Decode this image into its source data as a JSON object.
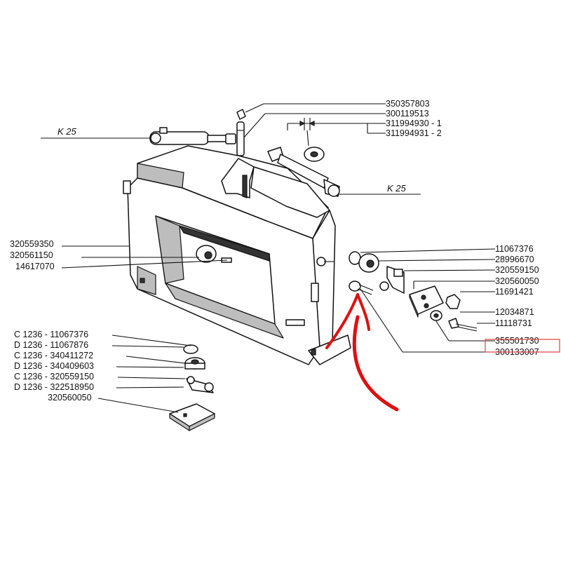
{
  "colors": {
    "ink": "#111111",
    "arrow": "#dd1111",
    "highlight_box": "#e04040",
    "paper": "#ffffff"
  },
  "references": {
    "top_left": "K 25",
    "top_right": "K 25"
  },
  "labels_top": [
    "350357803",
    "300119513",
    "311994930 - 1",
    "311994931 - 2"
  ],
  "labels_left": [
    "320559350",
    "320561150",
    "14617070"
  ],
  "labels_right": [
    "11067376",
    "28996670",
    "320559150",
    "320560050",
    "11691421",
    "12034871",
    "11118731",
    "355501730",
    "300133007"
  ],
  "variants": [
    "C 1236 - 11067376",
    "D 1236 - 11067876",
    "C 1236 - 340411272",
    "D 1236 - 340409603",
    "C 1236 - 320559150",
    "D 1236 - 322518950",
    "320560050"
  ],
  "highlight": {
    "label": "300133007",
    "indicator": "red-arrow"
  }
}
